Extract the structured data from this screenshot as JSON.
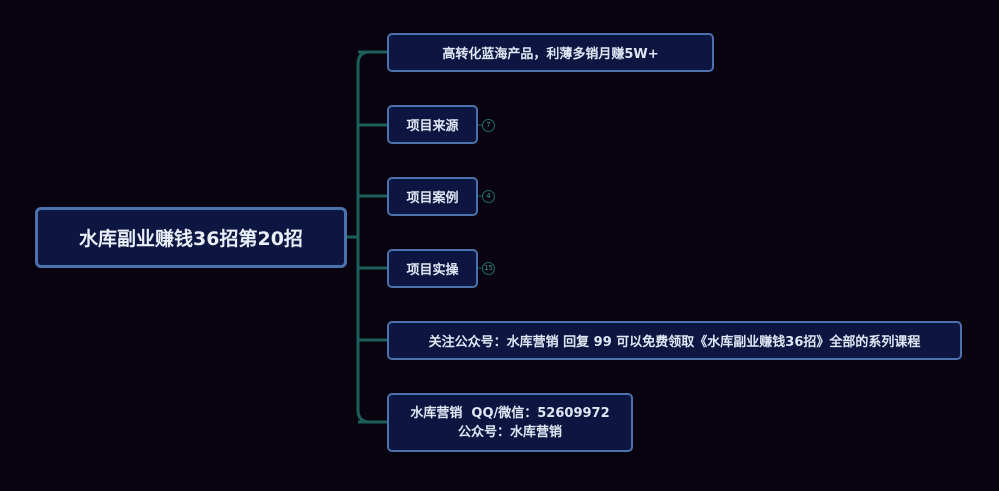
{
  "root": {
    "label": "水库副业赚钱36招第20招"
  },
  "branches": [
    {
      "label": "高转化蓝海产品，利薄多销月赚5W+"
    },
    {
      "label": "项目来源",
      "count": "7"
    },
    {
      "label": "项目案例",
      "count": "4"
    },
    {
      "label": "项目实操",
      "count": "15"
    },
    {
      "label": "关注公众号：水库营销 回复 99 可以免费领取《水库副业赚钱36招》全部的系列课程"
    },
    {
      "lines": [
        "水库营销  QQ/微信：52609972",
        "公众号：水库营销"
      ]
    }
  ],
  "colors": {
    "background": "#08030f",
    "node_fill": "#0d1640",
    "node_border": "#4b72ad",
    "connector": "#1b5f5b",
    "badge": "#3f9a92"
  }
}
